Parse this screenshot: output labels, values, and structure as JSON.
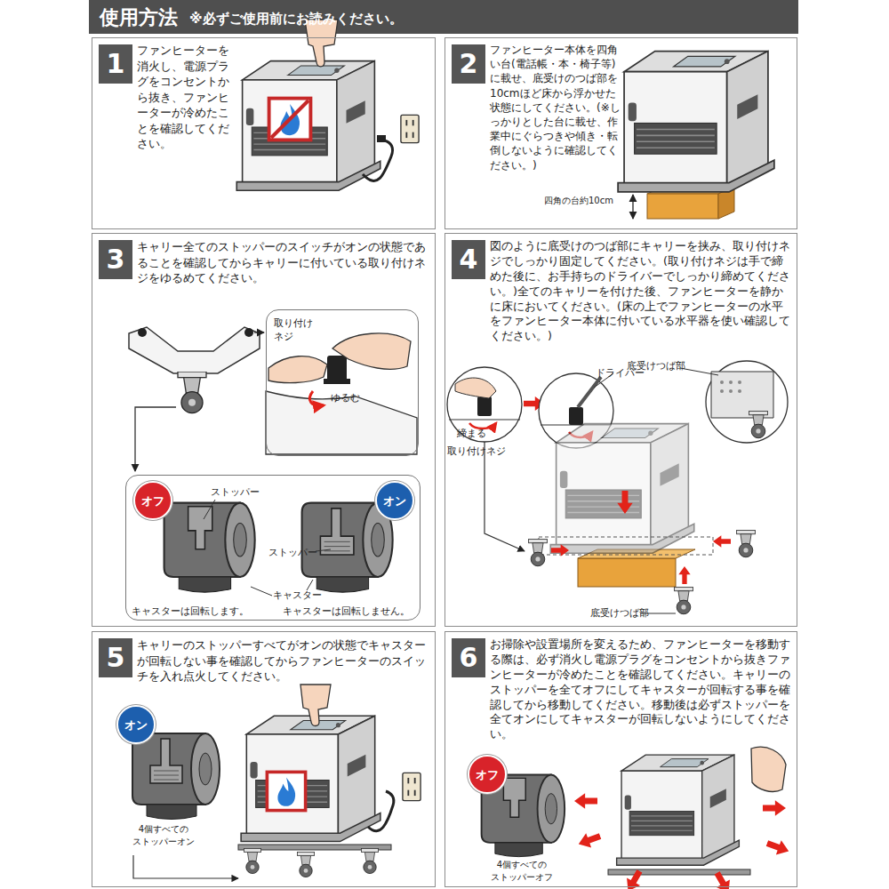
{
  "diagram": {
    "title": "使用方法",
    "nodes": [
      {
        "text": [
          "ファンヒーターを消火し、電源プラグをコンセントから抜き、ファンヒーターが冷めたことを確認してください。"
        ]
      },
      {
        "text": [
          "1"
        ],
        "in": 0
      },
      {
        "text": [
          "ファンヒーター本体を四角い台(電話帳・本・椅子等)に載せ、底受けのつば部を10cmほど床から浮かせた状態にしてください。(※しっかりとした台に載せ、作業中にぐらつきや傾き・転倒しないように確認してください。)"
        ]
      },
      {
        "text": [
          "2"
        ],
        "in": 2
      },
      {
        "text": [
          "キャリー全てのストッパーのスイッチがオンの状態であることを確認してからキャリーに付いている取り付けネジをゆるめてください。"
        ]
      },
      {
        "text": [
          "3"
        ],
        "in": 4
      },
      {
        "text": [
          "取り付け ネジ",
          "ゆるむ"
        ],
        "in": 4
      },
      {
        "text": [
          "ストッパー",
          "ストッパー",
          "キャスター",
          "キャスターは回転します。",
          "キャスターは回転しません。"
        ],
        "in": 4
      },
      {
        "text": [
          "オフ"
        ],
        "in": 7
      },
      {
        "text": [
          "オン"
        ],
        "in": 7
      },
      {
        "text": [
          "図のように底受けのつば部にキャリーを挟み、取り付けネジでしっかり固定してください。(取り付けネジは手で締めた後に、お手持ちのドライバーでしっかり締めてください。)全てのキャリーを付けた後、ファンヒーターを静かに床においてください。(床の上でファンヒーターの水平をファンヒーター本体に付いている水平器を使い確認してください。)"
        ]
      },
      {
        "text": [
          "4"
        ],
        "in": 10
      },
      {
        "text": [
          "キャリーのストッパーすべてがオンの状態でキャスターが回転しない事を確認してからファンヒーターのスイッチを入れ点火してください。"
        ]
      },
      {
        "text": [
          "5"
        ],
        "in": 12
      },
      {
        "text": [
          "オン"
        ],
        "in": 12
      },
      {
        "text": [
          "お掃除や設置場所を変えるため、ファンヒーターを移動する際は、必ず消火し電源プラグをコンセントから抜きファンヒーターが冷めたことを確認してください。キャリーのストッパーを全てオフにしてキャスターが回転する事を確認してから移動してください。移動後は必ずストッパーを全てオンにしてキャスターが回転しないようにしてください。"
        ]
      },
      {
        "text": [
          "6"
        ],
        "in": 15
      },
      {
        "text": [
          "オフ"
        ],
        "in": 15
      }
    ],
    "labels": [
      "※必ずご使用前にお読みください。",
      "四角の台約10cm",
      "ドライバー",
      "底受けつば部",
      "締まる",
      "取り付けネジ",
      "底受けつば部",
      "4個すべての ストッパーオン",
      "4個すべての ストッパーオフ"
    ]
  }
}
